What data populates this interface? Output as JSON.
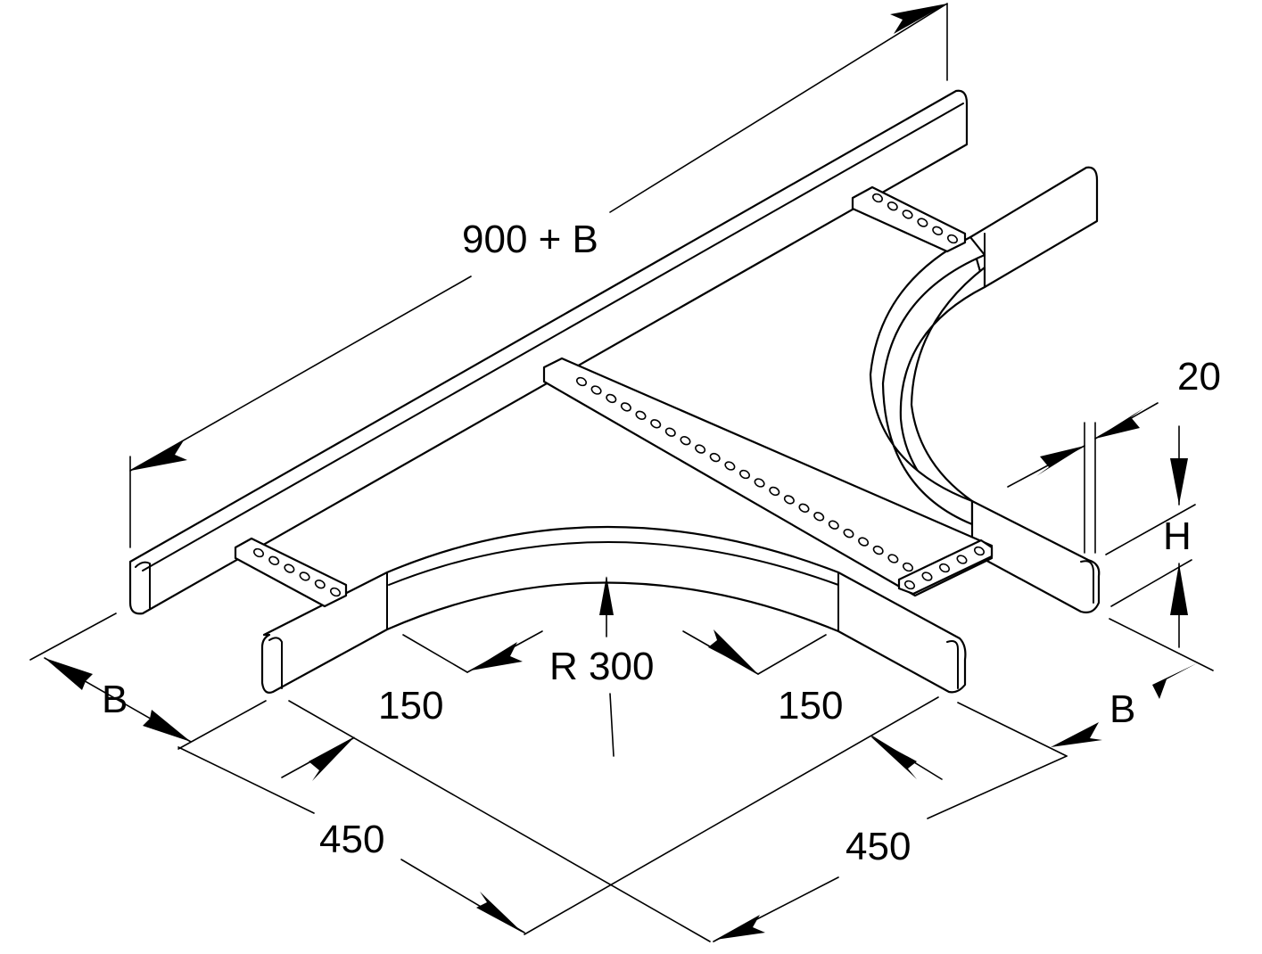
{
  "labels": {
    "length": "900 + B",
    "offset": "20",
    "height": "H",
    "width_left": "B",
    "width_right": "B",
    "radius": "R 300",
    "straight_left": "150",
    "straight_right": "150",
    "arm_left": "450",
    "arm_right": "450"
  }
}
